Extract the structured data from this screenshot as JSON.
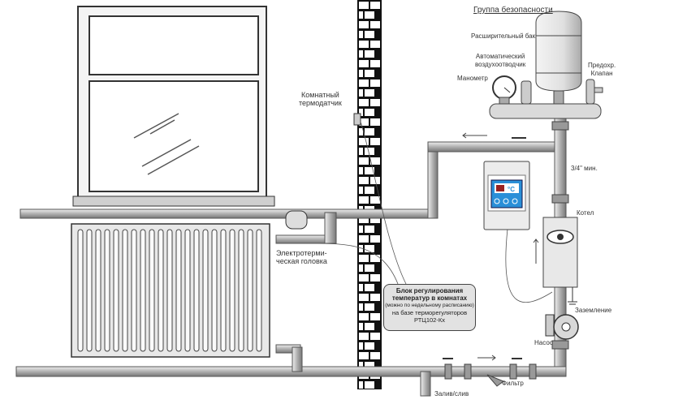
{
  "labels": {
    "safety_group": "Группа безопасности",
    "expansion_tank": "Расширительный бак",
    "air_vent_1": "Автоматический",
    "air_vent_2": "воздухоотводчик",
    "relief_valve_1": "Предохр.",
    "relief_valve_2": "Клапан",
    "manometer": "Манометр",
    "pipe_size": "3/4\" мин.",
    "boiler": "Котел",
    "grounding": "Заземление",
    "pump": "Насос",
    "filter": "Фильтр",
    "fill_drain": "Залив/слив",
    "room_sensor_1": "Комнатный",
    "room_sensor_2": "термодатчик",
    "thermal_head_1": "Электротерми-",
    "thermal_head_2": "ческая головка",
    "thermostat_unit": "°C"
  },
  "callout": {
    "line1": "Блок регулирования",
    "line2": "температур в комнатах",
    "line3": "(можно по недельному расписанию)",
    "line4": "на базе терморегуляторов",
    "line5": "РТЦ102-Кх"
  },
  "colors": {
    "pipe": "#b8b8b8",
    "display": "#2a8fd8",
    "callout_bg": "#e2e2e2"
  }
}
